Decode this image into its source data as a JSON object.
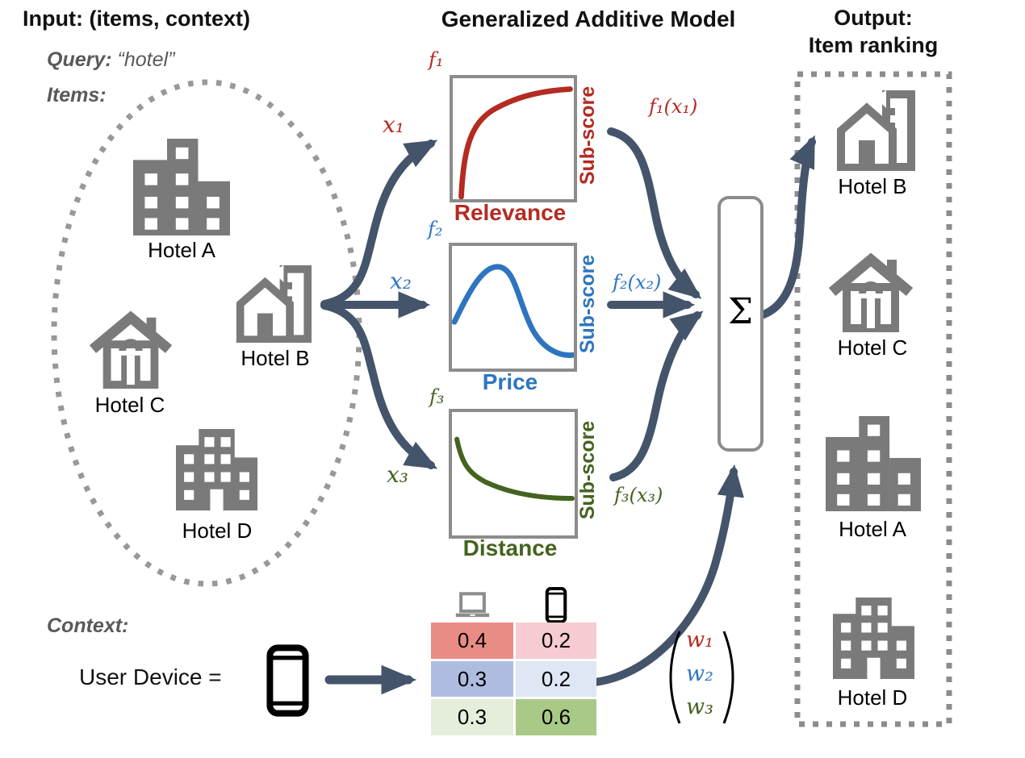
{
  "input": {
    "title": "Input: (items, context)",
    "query_label": "Query:",
    "query_value": "“hotel”",
    "items_label": "Items:",
    "items": [
      {
        "label": "Hotel A",
        "icon": "building-icon"
      },
      {
        "label": "Hotel B",
        "icon": "hotel-house-tower-icon"
      },
      {
        "label": "Hotel C",
        "icon": "house-icon"
      },
      {
        "label": "Hotel D",
        "icon": "building-wings-icon"
      }
    ],
    "context_label": "Context:",
    "device_label": "User Device =",
    "device_icon": "smartphone-icon"
  },
  "model": {
    "title": "Generalized Additive Model",
    "functions": [
      {
        "f_label": "f₁",
        "x_label": "x₁",
        "out_label": "f₁(x₁)",
        "ylabel": "Sub-score",
        "xlabel": "Relevance",
        "color": "#B42B22",
        "shape": "increasing-saturating"
      },
      {
        "f_label": "f₂",
        "x_label": "x₂",
        "out_label": "f₂(x₂)",
        "ylabel": "Sub-score",
        "xlabel": "Price",
        "color": "#2E75C0",
        "shape": "skewed-bell"
      },
      {
        "f_label": "f₃",
        "x_label": "x₃",
        "out_label": "f₃(x₃)",
        "ylabel": "Sub-score",
        "xlabel": "Distance",
        "color": "#44631F",
        "shape": "decreasing-decay"
      }
    ]
  },
  "aggregator": {
    "symbol": "Σ"
  },
  "weights": {
    "labels": [
      {
        "text": "w₁",
        "color": "#B42B22"
      },
      {
        "text": "w₂",
        "color": "#2E75C0"
      },
      {
        "text": "w₃",
        "color": "#44631F"
      }
    ]
  },
  "context_table": {
    "column_icons": [
      "laptop-icon",
      "smartphone-icon"
    ],
    "rows": [
      [
        "0.4",
        "0.2"
      ],
      [
        "0.3",
        "0.2"
      ],
      [
        "0.3",
        "0.6"
      ]
    ],
    "cell_colors": [
      [
        "#EA8C86",
        "#F6CBD1"
      ],
      [
        "#AEBDDF",
        "#DEE7F3"
      ],
      [
        "#E4EEDA",
        "#A9C986"
      ]
    ]
  },
  "output": {
    "title_line1": "Output:",
    "title_line2": "Item ranking",
    "ranking": [
      {
        "label": "Hotel B",
        "icon": "hotel-house-tower-icon"
      },
      {
        "label": "Hotel C",
        "icon": "house-icon"
      },
      {
        "label": "Hotel A",
        "icon": "building-icon"
      },
      {
        "label": "Hotel D",
        "icon": "building-wings-icon"
      }
    ]
  },
  "colors": {
    "arrow": "#44546A",
    "box_border": "#8C8C8C",
    "icon_gray": "#7A7A7A",
    "dashed_outline": "#8C8C8C",
    "muted_text": "#595959"
  }
}
